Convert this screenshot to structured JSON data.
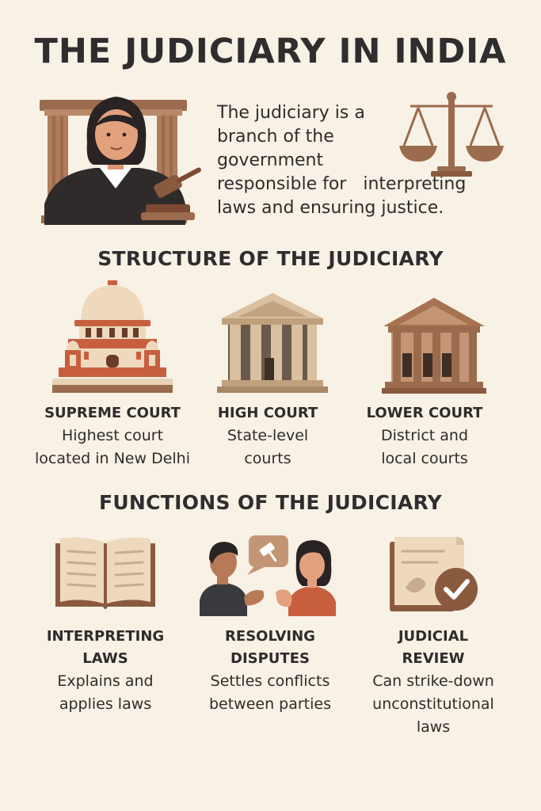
{
  "title": "THE JUDICIARY IN INDIA",
  "intro_lines": [
    "The judiciary is a",
    "branch of the",
    "government",
    "responsible for   interpreting",
    "laws and ensuring justice."
  ],
  "structure": {
    "heading": "STRUCTURE OF THE JUDICIARY",
    "items": [
      {
        "title": "SUPREME COURT",
        "desc": [
          "Highest court",
          "located in New Delhi"
        ],
        "icon": "supreme-court-building-icon"
      },
      {
        "title": "HIGH COURT",
        "desc": [
          "State-level",
          "courts"
        ],
        "icon": "high-court-building-icon"
      },
      {
        "title": "LOWER COURT",
        "desc": [
          "District and",
          "local courts"
        ],
        "icon": "lower-court-building-icon"
      }
    ]
  },
  "functions": {
    "heading": "FUNCTIONS OF THE JUDICIARY",
    "items": [
      {
        "title": [
          "INTERPRETING",
          "LAWS"
        ],
        "desc": [
          "Explains and",
          "applies laws"
        ],
        "icon": "open-book-icon"
      },
      {
        "title": [
          "RESOLVING",
          "DISPUTES"
        ],
        "desc": [
          "Settles conflicts",
          "between parties"
        ],
        "icon": "discussion-icon"
      },
      {
        "title": [
          "JUDICIAL",
          "REVIEW"
        ],
        "desc": [
          "Can strike-down",
          "unconstitutional",
          "laws"
        ],
        "icon": "document-check-icon"
      }
    ]
  },
  "colors": {
    "background": "#f8f1e6",
    "text": "#2f2b2a",
    "brown": "#9b6b4e",
    "terracotta": "#c75f3e"
  }
}
